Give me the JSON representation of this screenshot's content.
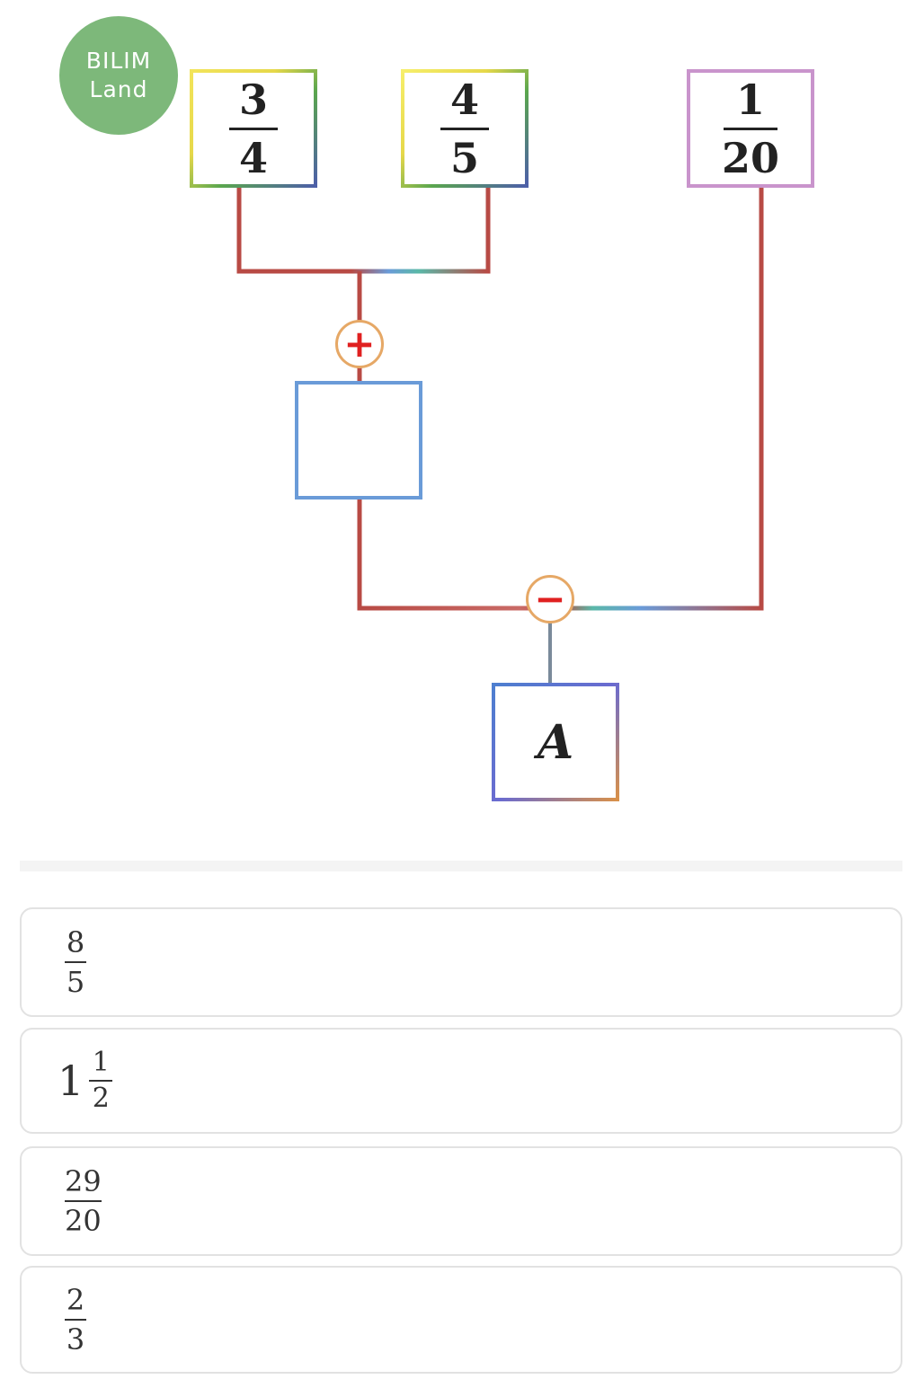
{
  "logo": {
    "line1": "BILIM",
    "line2": "Land"
  },
  "diagram": {
    "box1": {
      "numerator": "3",
      "denominator": "4"
    },
    "box2": {
      "numerator": "4",
      "denominator": "5"
    },
    "box3": {
      "numerator": "1",
      "denominator": "20"
    },
    "box4": {
      "value": ""
    },
    "result": {
      "label": "A"
    },
    "op_plus": "+",
    "op_minus": "−"
  },
  "options": [
    {
      "numerator": "8",
      "denominator": "5"
    },
    {
      "whole": "1",
      "numerator": "1",
      "denominator": "2"
    },
    {
      "numerator": "29",
      "denominator": "20"
    },
    {
      "numerator": "2",
      "denominator": "3"
    }
  ],
  "colors": {
    "wire": "#b84a44",
    "operator_ring": "#e6a866",
    "operator_sign": "#e02020",
    "logo_bg": "#7db87a"
  }
}
